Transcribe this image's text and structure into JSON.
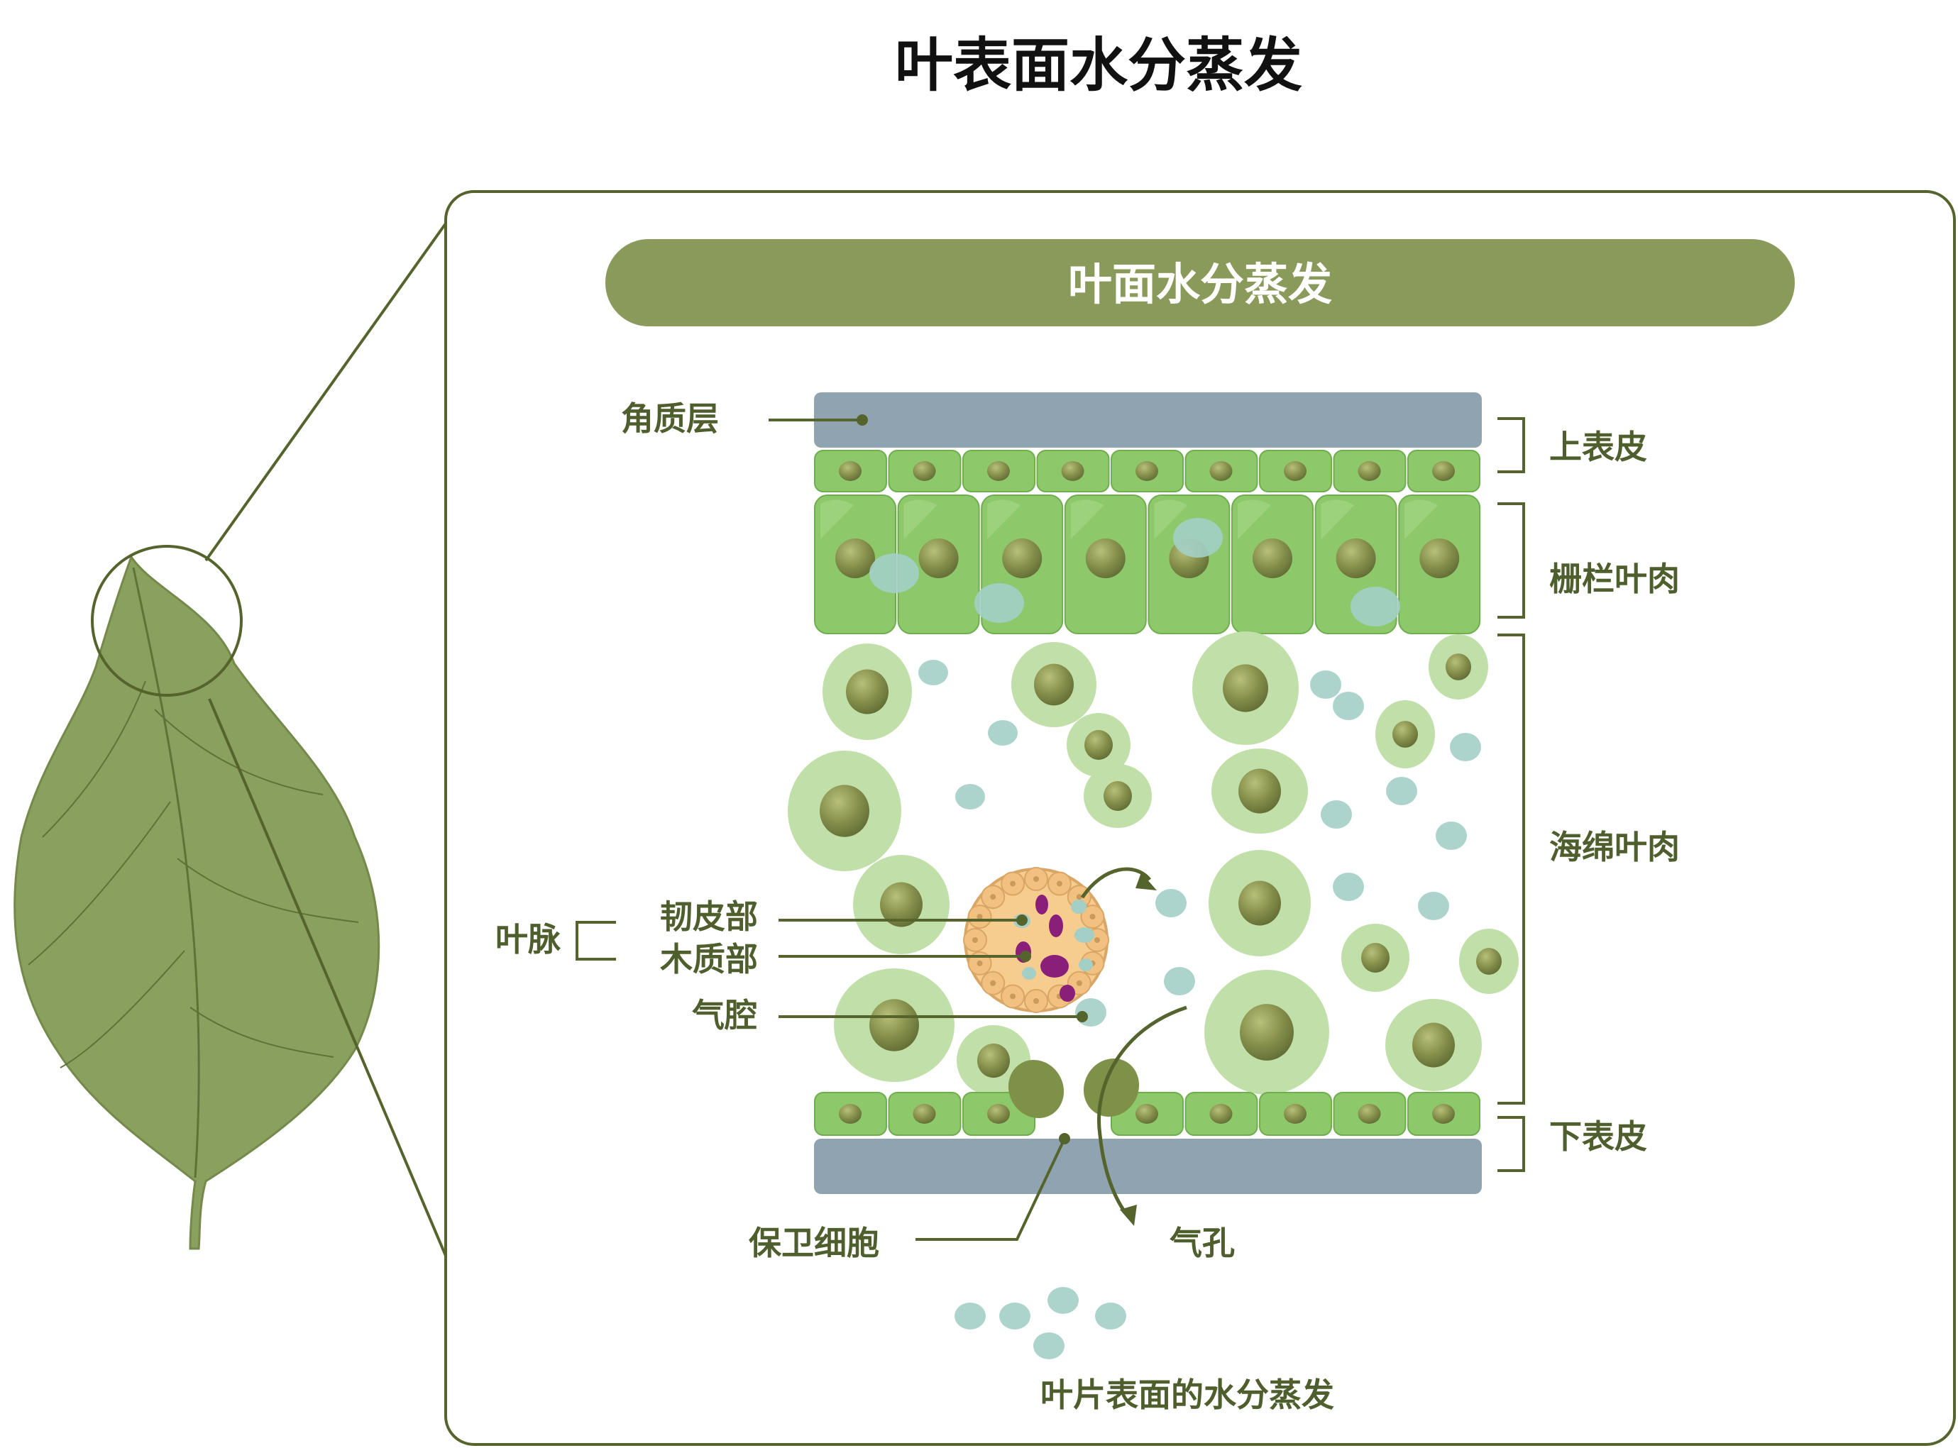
{
  "page_title": "叶表面水分蒸发",
  "panel": {
    "title": "叶面水分蒸发"
  },
  "labels": {
    "cuticle": "角质层",
    "upper_epidermis": "上表皮",
    "palisade": "栅栏叶肉",
    "spongy": "海绵叶肉",
    "lower_epidermis": "下表皮",
    "vein": "叶脉",
    "phloem": "韧皮部",
    "xylem": "木质部",
    "air_space": "气腔",
    "guard_cell": "保卫细胞",
    "stoma": "气孔",
    "evaporation": "叶片表面的水分蒸发"
  },
  "colors": {
    "olive": "#8a9a5b",
    "leaf": "#8aa05e",
    "cuticle": "#8fa4b0",
    "cell_green": "#8dc86a",
    "spongy_outer": "#c1dfa8",
    "nucleus": "#7e8a4a",
    "water": "#a3cfc6",
    "label_text": "#4f5e2d",
    "vein_fill": "#f6cc8f",
    "xylem": "#8a1f7a"
  },
  "icons": [
    "leaf-icon",
    "magnifier-circle",
    "water-droplet",
    "arrow-icon"
  ]
}
